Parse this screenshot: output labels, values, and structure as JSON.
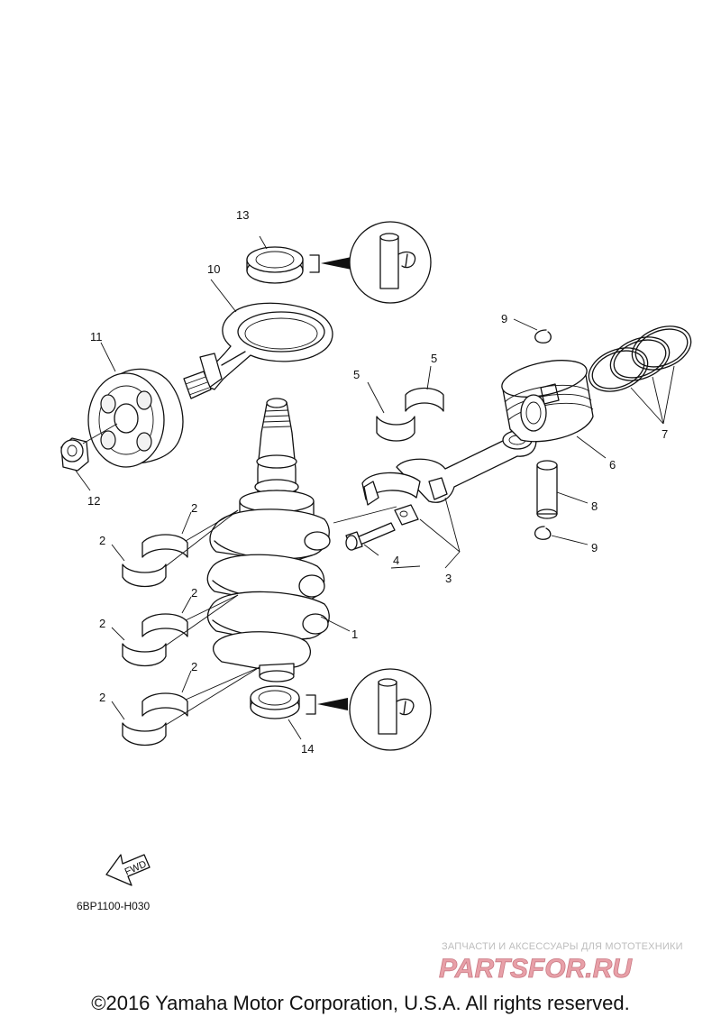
{
  "diagram": {
    "callouts": [
      "1",
      "2",
      "2",
      "2",
      "2",
      "2",
      "2",
      "3",
      "4",
      "5",
      "5",
      "6",
      "7",
      "8",
      "9",
      "9",
      "10",
      "11",
      "12",
      "13",
      "14"
    ],
    "fwd_label": "FWD",
    "code": "6BP1100-H030"
  },
  "watermark": {
    "caption": "ЗАПЧАСТИ И АКСЕССУАРЫ ДЛЯ МОТОТЕХНИКИ",
    "logo": "PARTSFOR.RU",
    "colors": {
      "logo": "#e8a0a8",
      "caption": "#bdbdbd"
    }
  },
  "copyright": "©2016 Yamaha Motor Corporation, U.S.A. All rights reserved."
}
